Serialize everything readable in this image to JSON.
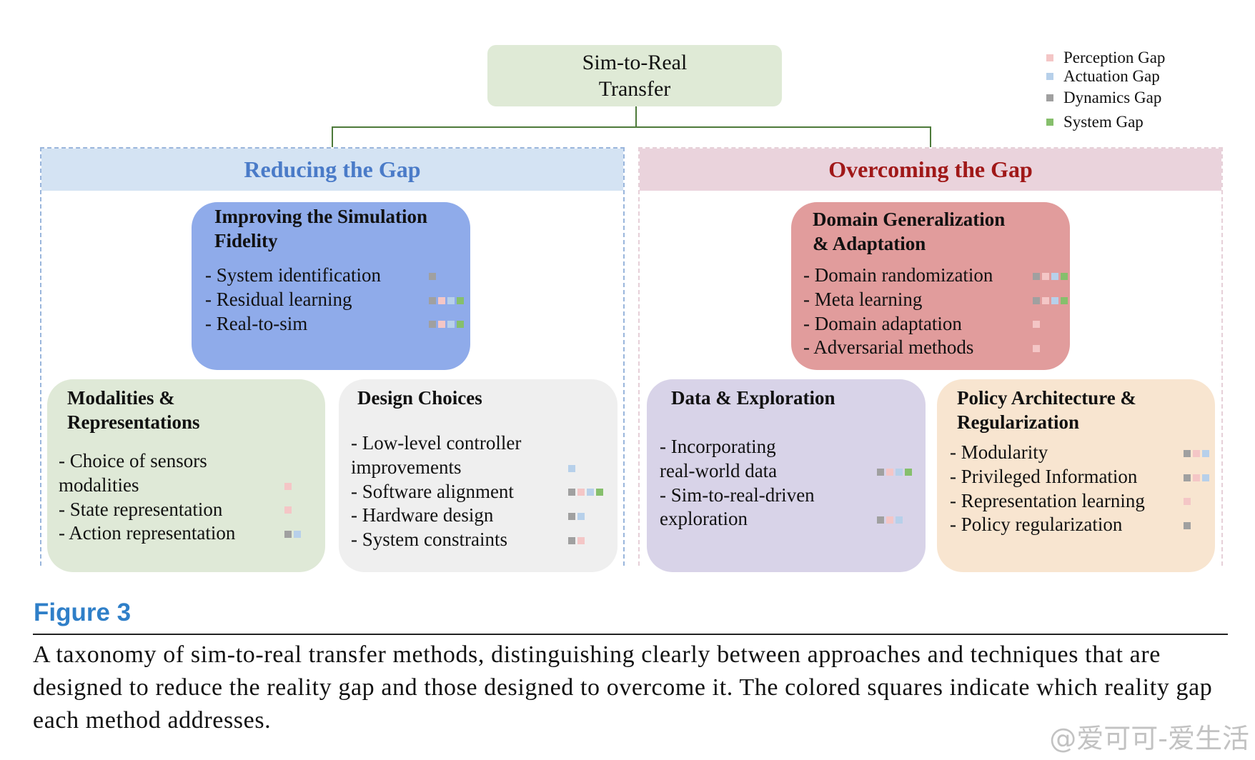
{
  "root": {
    "title": "Sim-to-Real\nTransfer"
  },
  "legend": [
    {
      "key": "perception",
      "label": "Perception Gap",
      "color": "#f4c6c6"
    },
    {
      "key": "actuation",
      "label": "Actuation Gap",
      "color": "#b7d0ea"
    },
    {
      "key": "dynamics",
      "label": "Dynamics Gap",
      "color": "#a0a0a0"
    },
    {
      "key": "system",
      "label": "System Gap",
      "color": "#86bf6c"
    }
  ],
  "panels": {
    "reducing": {
      "title": "Reducing the Gap",
      "color": "#4a7bc8"
    },
    "overcoming": {
      "title": "Overcoming the Gap",
      "color": "#a01818"
    }
  },
  "boxes": [
    {
      "id": "improving",
      "title": "Improving the Simulation\nFidelity",
      "items": [
        {
          "text": "- System identification",
          "gaps": [
            "dynamics"
          ]
        },
        {
          "text": "- Residual learning",
          "gaps": [
            "dynamics",
            "perception",
            "actuation",
            "system"
          ]
        },
        {
          "text": "- Real-to-sim",
          "gaps": [
            "dynamics",
            "perception",
            "actuation",
            "system"
          ]
        }
      ]
    },
    {
      "id": "modalities",
      "title": "Modalities &\nRepresentations",
      "items": [
        {
          "text": "- Choice of sensors\nmodalities",
          "gaps": [
            "perception"
          ]
        },
        {
          "text": "- State representation",
          "gaps": [
            "perception"
          ]
        },
        {
          "text": "- Action representation",
          "gaps": [
            "dynamics",
            "actuation"
          ]
        }
      ]
    },
    {
      "id": "design",
      "title": "Design Choices",
      "items": [
        {
          "text": "- Low-level controller\nimprovements",
          "gaps": [
            "actuation"
          ]
        },
        {
          "text": "- Software alignment",
          "gaps": [
            "dynamics",
            "perception",
            "actuation",
            "system"
          ]
        },
        {
          "text": "- Hardware design",
          "gaps": [
            "dynamics",
            "actuation"
          ]
        },
        {
          "text": "- System constraints",
          "gaps": [
            "dynamics",
            "perception"
          ]
        }
      ]
    },
    {
      "id": "domain",
      "title": "Domain Generalization\n& Adaptation",
      "items": [
        {
          "text": "- Domain randomization",
          "gaps": [
            "dynamics",
            "perception",
            "actuation",
            "system"
          ]
        },
        {
          "text": "- Meta learning",
          "gaps": [
            "dynamics",
            "perception",
            "actuation",
            "system"
          ]
        },
        {
          "text": "- Domain adaptation",
          "gaps": [
            "perception"
          ]
        },
        {
          "text": "- Adversarial methods",
          "gaps": [
            "perception"
          ]
        }
      ]
    },
    {
      "id": "data",
      "title": "Data & Exploration",
      "items": [
        {
          "text": "- Incorporating\nreal-world data",
          "gaps": [
            "dynamics",
            "perception",
            "actuation",
            "system"
          ]
        },
        {
          "text": "- Sim-to-real-driven\nexploration",
          "gaps": [
            "dynamics",
            "perception",
            "actuation"
          ]
        }
      ]
    },
    {
      "id": "policy",
      "title": "Policy Architecture &\nRegularization",
      "items": [
        {
          "text": "- Modularity",
          "gaps": [
            "dynamics",
            "perception",
            "actuation"
          ]
        },
        {
          "text": "- Privileged Information",
          "gaps": [
            "dynamics",
            "perception",
            "actuation"
          ]
        },
        {
          "text": "- Representation learning",
          "gaps": [
            "perception"
          ]
        },
        {
          "text": "- Policy regularization",
          "gaps": [
            "dynamics"
          ]
        }
      ]
    }
  ],
  "figure": {
    "label": "Figure 3",
    "caption": "A taxonomy of sim-to-real transfer methods, distinguishing clearly between approaches and techniques that are designed to reduce the reality gap and those designed to overcome it. The colored squares indicate which reality gap each method addresses."
  },
  "watermark": "@爱可可-爱生活"
}
